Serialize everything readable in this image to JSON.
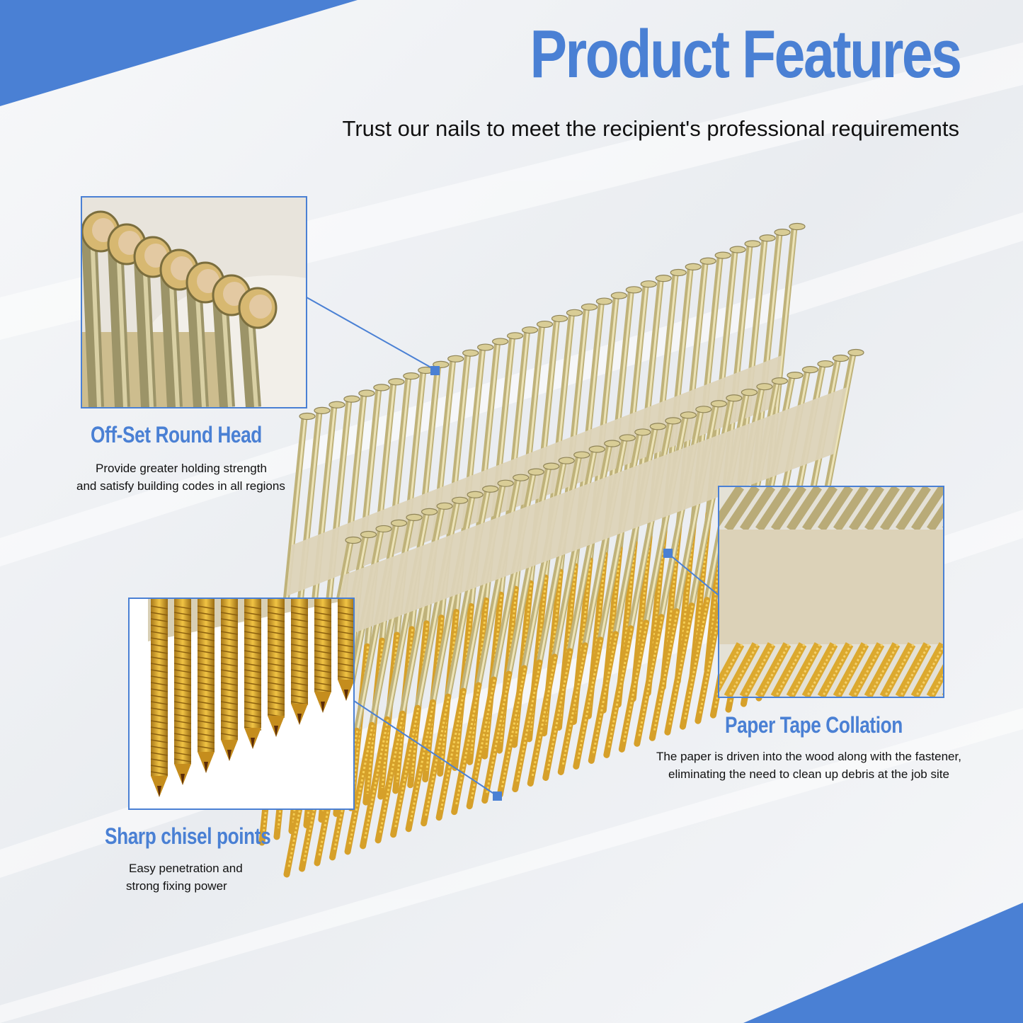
{
  "header": {
    "title": "Product Features",
    "subtitle": "Trust our nails to meet the recipient's professional requirements"
  },
  "features": {
    "head": {
      "title": "Off-Set Round Head",
      "desc_line1": "Provide greater holding strength",
      "desc_line2": "and satisfy building codes in all regions"
    },
    "points": {
      "title": "Sharp chisel points",
      "desc_line1": "Easy penetration and",
      "desc_line2": "strong fixing power"
    },
    "tape": {
      "title": "Paper Tape Collation",
      "desc_line1": "The paper is driven into the wood along with the fastener,",
      "desc_line2": "eliminating the need to clean up debris at the job site"
    }
  },
  "colors": {
    "accent": "#4a80d4",
    "text": "#111111",
    "background": "#f4f5f7",
    "nail": "#c8b678",
    "nail_tip": "#d9a52a",
    "paper": "#d8cfb4"
  }
}
